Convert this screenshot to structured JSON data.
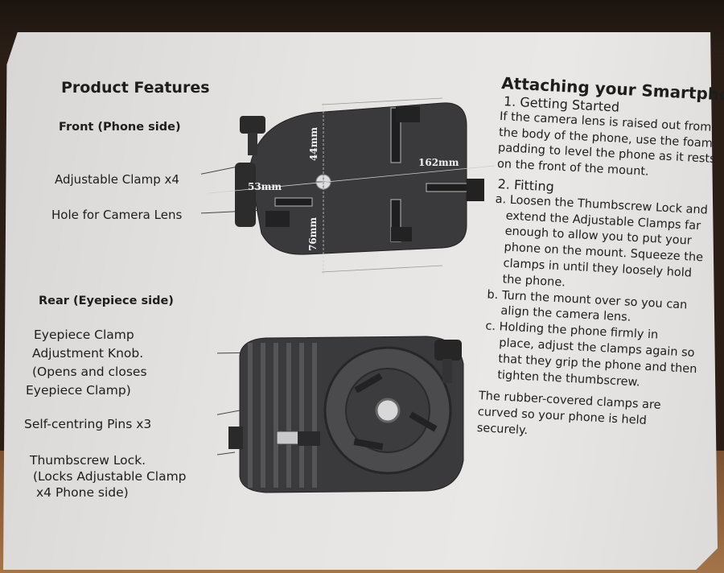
{
  "left": {
    "heading": "Product Features",
    "front_heading": "Front (Phone side)",
    "rear_heading": "Rear (Eyepiece side)",
    "front_labels": {
      "clamp": "Adjustable Clamp x4",
      "hole": "Hole for Camera Lens"
    },
    "rear_labels": {
      "knob": [
        "Eyepiece Clamp",
        "Adjustment Knob.",
        "(Opens and closes",
        "Eyepiece Clamp)"
      ],
      "pins": "Self-centring Pins x3",
      "thumb": [
        "Thumbscrew Lock.",
        "(Locks Adjustable Clamp",
        "x4 Phone side)"
      ]
    }
  },
  "dimensions": {
    "d1": "44mm",
    "d2": "162mm",
    "d3": "53mm",
    "d4": "76mm"
  },
  "right": {
    "title": "Attaching your Smartphone",
    "s1_title": "1. Getting Started",
    "s1_lines": [
      "If the camera lens is raised out from",
      "the body of the phone, use the foam",
      "padding to level the phone as it rests",
      "on the front of the mount."
    ],
    "s2_title": "2. Fitting",
    "a_lines": [
      "a. Loosen the Thumbscrew Lock and",
      "extend the Adjustable Clamps far",
      "enough to allow you to put your",
      "phone on the mount. Squeeze the",
      "clamps in until they loosely hold",
      "the phone."
    ],
    "b_lines": [
      "b. Turn the mount over so you can",
      "align the camera lens."
    ],
    "c_lines": [
      "c. Holding the phone firmly in",
      "place, adjust the clamps again so",
      "that they grip the phone and then",
      "tighten the thumbscrew."
    ],
    "note_lines": [
      "The rubber-covered clamps are",
      "curved so your phone is held",
      "securely."
    ]
  }
}
